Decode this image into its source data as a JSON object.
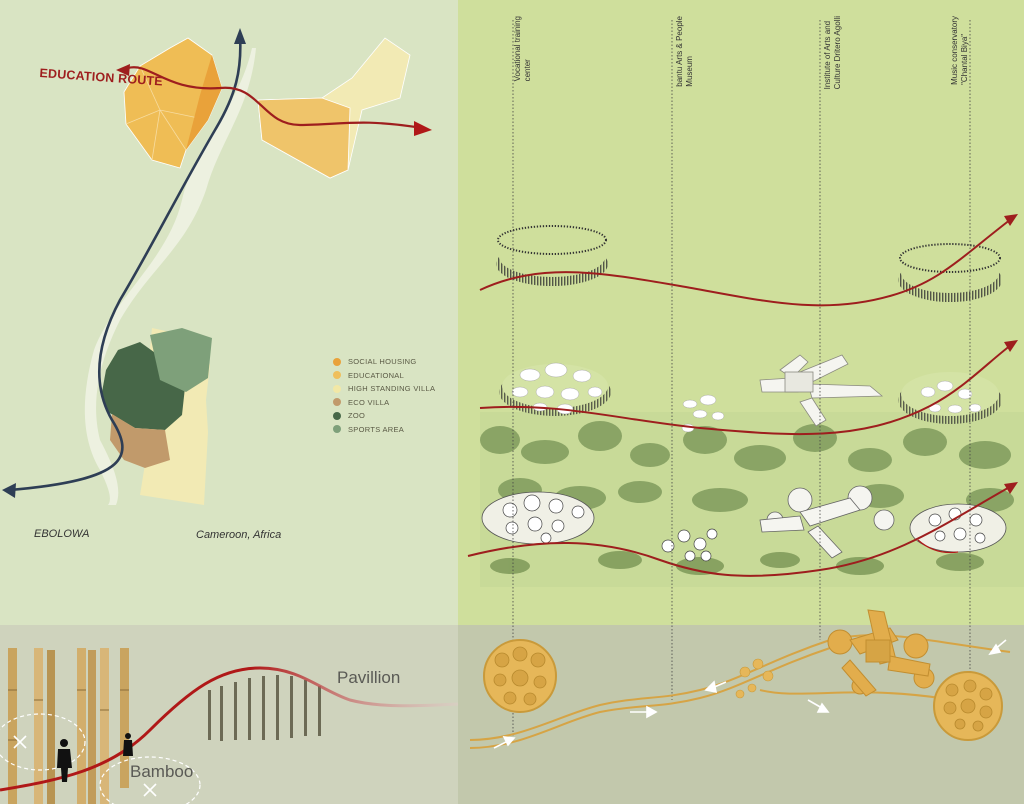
{
  "title": "EDUCATION ROUTE",
  "legend": [
    {
      "label": "SOCIAL HOUSING",
      "color": "#e9a23a"
    },
    {
      "label": "EDUCATIONAL",
      "color": "#efbf5c"
    },
    {
      "label": "HIGH STANDING VILLA",
      "color": "#f2e8a6"
    },
    {
      "label": "ECO VILLA",
      "color": "#c19a6b"
    },
    {
      "label": "ZOO",
      "color": "#476748"
    },
    {
      "label": "SPORTS AREA",
      "color": "#7ea07a"
    }
  ],
  "places": {
    "city": "EBOLOWA",
    "country": "Cameroon, Africa"
  },
  "buildings": [
    "Vocational training\ncenter",
    "bantu Arts & People\nMuseum",
    "Institute of Arts and\nCulture Dritero Agolli",
    "Music conservatory\n\"Chantal Biya\""
  ],
  "materials": {
    "pavillion": "Pavillion",
    "bamboo": "Bamboo"
  },
  "colors": {
    "bg_left": "#d9e4c3",
    "bg_right": "#cfdf9c",
    "bottom_band": "#c8cbb5",
    "route_red": "#9e1e1e",
    "river_blue": "#2e3e55",
    "gold": "#d6a445"
  }
}
